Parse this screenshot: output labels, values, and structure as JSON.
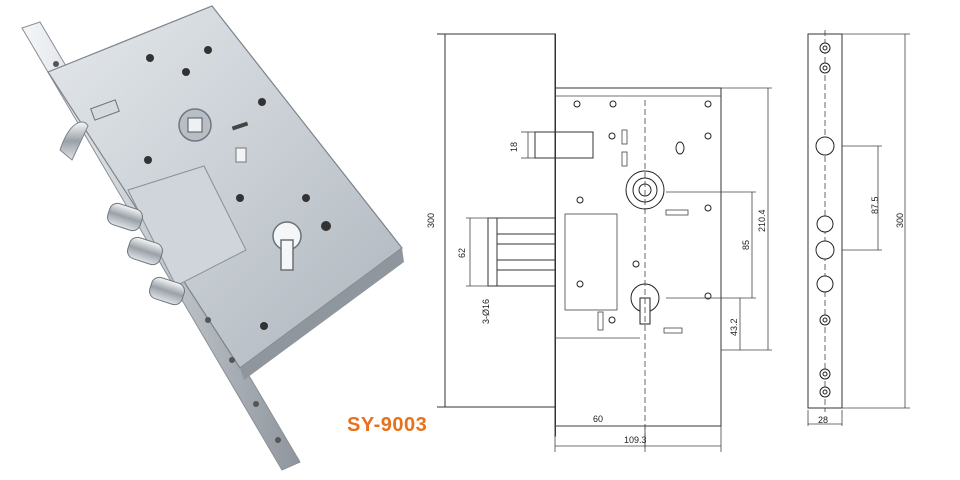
{
  "model_code": "SY-9003",
  "accent_color": "#e8711c",
  "dimensions": {
    "overall_height": "300",
    "faceplate_height": "300",
    "latch_height": "18",
    "deadbolt_spacing": "62",
    "bolts_spec": "3-Ø16",
    "distance_85": "85",
    "distance_210": "210.4",
    "distance_43": "43.2",
    "backset": "60",
    "case_width": "109.3",
    "faceplate_spacing": "87.5",
    "faceplate_width": "28"
  },
  "photo": {
    "description_icon": "mortise-lock-photo"
  }
}
